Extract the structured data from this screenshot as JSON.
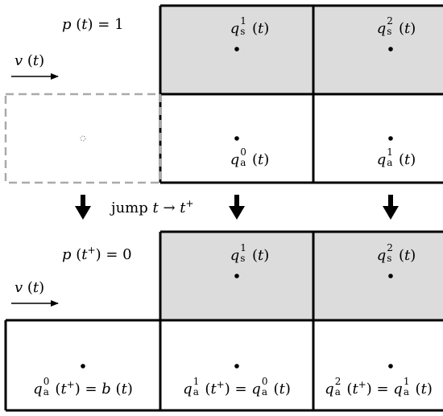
{
  "top": {
    "p_label_var": "p",
    "p_label_arg": "t",
    "p_label_rest": " = 1",
    "v_label_var": "v",
    "v_label_arg": "t",
    "cells": [
      {
        "name": "qs1-top",
        "sup": "1",
        "sub": "s",
        "arg": "t"
      },
      {
        "name": "qs2-top",
        "sup": "2",
        "sub": "s",
        "arg": "t"
      },
      {
        "name": "qa0-top",
        "sup": "0",
        "sub": "a",
        "arg": "t"
      },
      {
        "name": "qa1-top",
        "sup": "1",
        "sub": "a",
        "arg": "t"
      }
    ]
  },
  "jump": {
    "word": "jump",
    "from": "t",
    "arrow": "→",
    "to": "t",
    "to_sup": "+"
  },
  "bottom": {
    "p_label_var": "p",
    "p_label_arg": "t",
    "p_label_arg_sup": "+",
    "p_label_rest": " = 0",
    "v_label_var": "v",
    "v_label_arg": "t",
    "cells": [
      {
        "name": "qs1-bottom",
        "sup": "1",
        "sub": "s",
        "arg": "t"
      },
      {
        "name": "qs2-bottom",
        "sup": "2",
        "sub": "s",
        "arg": "t"
      }
    ],
    "eq0": {
      "lhs_sup": "0",
      "lhs_sub": "a",
      "rhs": "b",
      "rhs_arg": "t"
    },
    "eq1": {
      "lhs_sup": "1",
      "lhs_sub": "a",
      "rhs_sup": "0",
      "rhs_sub": "a",
      "rhs_arg": "t"
    },
    "eq2": {
      "lhs_sup": "2",
      "lhs_sub": "a",
      "rhs_sup": "1",
      "rhs_sub": "a",
      "rhs_arg": "t"
    }
  },
  "symbols": {
    "q": "q",
    "open": " (",
    "close": ")",
    "plus": "+",
    "eq": " = "
  },
  "colors": {
    "shaded": "#dcdcdc",
    "ghost": "#aaaaaa",
    "line": "#000000"
  }
}
